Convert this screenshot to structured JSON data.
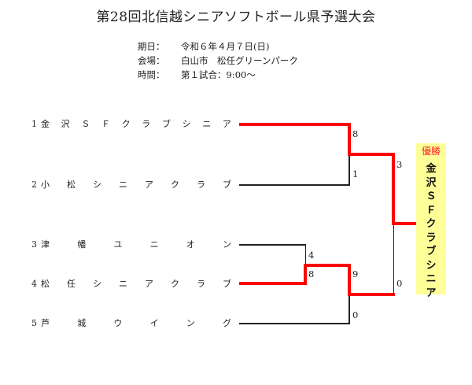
{
  "title": "第28回北信越シニアソフトボール県予選大会",
  "info": [
    {
      "label": "期日：",
      "value": "令和６年４月７日(日)"
    },
    {
      "label": "会場：",
      "value": "白山市　松任グリーンパーク"
    },
    {
      "label": "時間：",
      "value": "第１試合：9:00～"
    }
  ],
  "teams": [
    {
      "seed": "1",
      "name": "金沢ＳＦクラブシニア",
      "chars": [
        "金",
        "沢",
        "Ｓ",
        "Ｆ",
        "ク",
        "ラ",
        "ブ",
        "シ",
        "ニ",
        "ア"
      ]
    },
    {
      "seed": "2",
      "name": "小松シニアクラブ",
      "chars": [
        "小",
        "松",
        "シ",
        "ニ",
        "ア",
        "ク",
        "ラ",
        "ブ"
      ]
    },
    {
      "seed": "3",
      "name": "津幡ユニオン",
      "chars": [
        "津",
        "幡",
        "ユ",
        "ニ",
        "オ",
        "ン"
      ]
    },
    {
      "seed": "4",
      "name": "松任シニアクラブ",
      "chars": [
        "松",
        "任",
        "シ",
        "ニ",
        "ア",
        "ク",
        "ラ",
        "ブ"
      ]
    },
    {
      "seed": "5",
      "name": "芦城ウイング",
      "chars": [
        "芦",
        "城",
        "ウ",
        "イ",
        "ン",
        "グ"
      ]
    }
  ],
  "scores": {
    "r1_team1": "8",
    "r1_team2": "1",
    "r1_team3": "4",
    "r1_team4": "8",
    "sf_team4": "9",
    "sf_team5": "0",
    "final_top": "3",
    "final_bottom": "0"
  },
  "winner": {
    "label": "優勝",
    "name": "金沢ＳＦクラブシニア",
    "chars": [
      "金",
      "沢",
      "Ｓ",
      "Ｆ",
      "ク",
      "ラ",
      "ブ",
      "シ",
      "ニ",
      "ア"
    ]
  },
  "colors": {
    "winner_path": "#ff0000",
    "winner_box": "#ffff99",
    "winner_label": "#ff2222"
  }
}
